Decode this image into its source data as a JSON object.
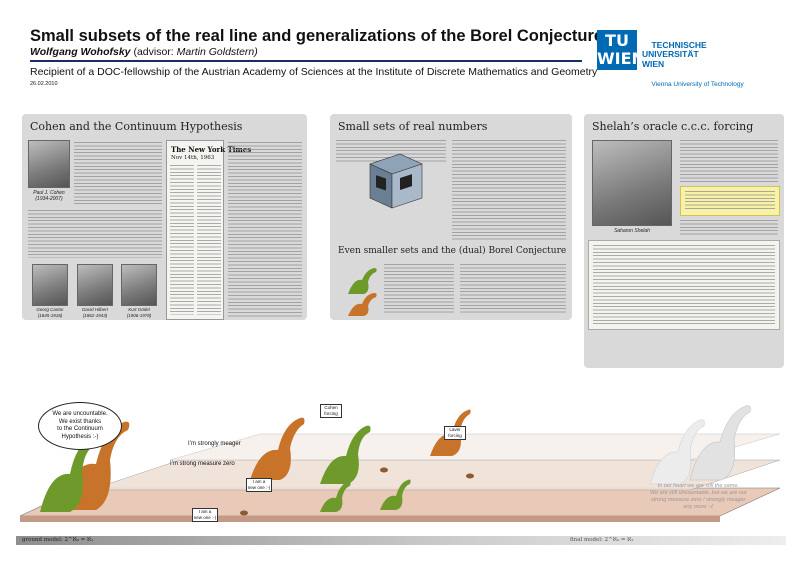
{
  "header": {
    "title": "Small subsets of the real line and generalizations of the Borel Conjecture",
    "author": "Wolfgang Wohofsky",
    "advisor_prefix": "(advisor:",
    "advisor": "Martin Goldstern)",
    "fellowship": "Recipient of a DOC-fellowship of the Austrian Academy of Sciences at the Institute of Discrete Mathematics and Geometry",
    "date": "26.02.2010",
    "logo_letters": "TU\nWIEN",
    "university": "TECHNISCHE\nUNIVERSITÄT\nWIEN",
    "university_en": "Vienna University of Technology"
  },
  "panels": {
    "cohen": {
      "title": "Cohen and the Continuum Hypothesis",
      "photo_caption": "Paul J. Cohen\n(1934-2007)",
      "newspaper": "The New York Times",
      "newspaper_date": "Nov 14th, 1963",
      "portraits": [
        {
          "name": "Georg Cantor",
          "years": "(1845-1918)"
        },
        {
          "name": "David Hilbert",
          "years": "(1862-1943)"
        },
        {
          "name": "Kurt Gödel",
          "years": "(1906-1978)"
        }
      ]
    },
    "small_sets": {
      "title": "Small sets of real numbers",
      "subtitle": "Even smaller sets and the (dual) Borel Conjecture"
    },
    "shelah": {
      "title": "Shelah’s oracle c.c.c. forcing",
      "photo_caption": "Saharon Shelah"
    }
  },
  "scene": {
    "bubble_uncountable": "We are uncountable.\nWe exist thanks\nto the Continuum\nHypothesis :-)",
    "speech_meager": "I’m strongly meager",
    "speech_measure_zero": "I’m strong measure zero",
    "sign_new_one_1": "I am a\nnew one :-)",
    "sign_new_one_2": "I am a\nnew one :-)",
    "sign_cohen": "Cohen\nforcing",
    "sign_laver": "Laver\nforcing",
    "end_speech": "In our heart we are still the same.\nWe are still uncountable, but we are not\nstrong measure zero / strongly meager\nany more :-(",
    "ground_label": "ground model: 2^ℵ₀ = ℵ₁",
    "final_label": "final model: 2^ℵ₀ = ℵ₂"
  },
  "colors": {
    "title_rule": "#1b2a6b",
    "tu_blue": "#0069b4",
    "panel_bg": "#d9d9d9",
    "highlight": "#f7f2a8",
    "dino_green": "#6e9a2c",
    "dino_orange": "#c8732a"
  }
}
